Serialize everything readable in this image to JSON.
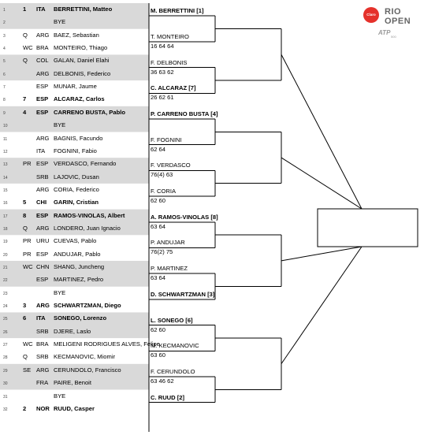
{
  "logo": {
    "badge": "Claro",
    "line1": "RIO",
    "line2": "OPEN",
    "atp": "ATP",
    "level": "500"
  },
  "draw": [
    {
      "line": "1",
      "seed": "1",
      "country": "ITA",
      "name": "BERRETTINI, Matteo",
      "bold": true
    },
    {
      "line": "2",
      "seed": "",
      "country": "",
      "name": "BYE",
      "bold": false
    },
    {
      "line": "3",
      "seed": "Q",
      "country": "ARG",
      "name": "BAEZ, Sebastian",
      "bold": false
    },
    {
      "line": "4",
      "seed": "WC",
      "country": "BRA",
      "name": "MONTEIRO, Thiago",
      "bold": false
    },
    {
      "line": "5",
      "seed": "Q",
      "country": "COL",
      "name": "GALAN, Daniel Elahi",
      "bold": false
    },
    {
      "line": "6",
      "seed": "",
      "country": "ARG",
      "name": "DELBONIS, Federico",
      "bold": false
    },
    {
      "line": "7",
      "seed": "",
      "country": "ESP",
      "name": "MUNAR, Jaume",
      "bold": false
    },
    {
      "line": "8",
      "seed": "7",
      "country": "ESP",
      "name": "ALCARAZ, Carlos",
      "bold": true
    },
    {
      "line": "9",
      "seed": "4",
      "country": "ESP",
      "name": "CARRENO BUSTA, Pablo",
      "bold": true
    },
    {
      "line": "10",
      "seed": "",
      "country": "",
      "name": "BYE",
      "bold": false
    },
    {
      "line": "11",
      "seed": "",
      "country": "ARG",
      "name": "BAGNIS, Facundo",
      "bold": false
    },
    {
      "line": "12",
      "seed": "",
      "country": "ITA",
      "name": "FOGNINI, Fabio",
      "bold": false
    },
    {
      "line": "13",
      "seed": "PR",
      "country": "ESP",
      "name": "VERDASCO, Fernando",
      "bold": false
    },
    {
      "line": "14",
      "seed": "",
      "country": "SRB",
      "name": "LAJOVIC, Dusan",
      "bold": false
    },
    {
      "line": "15",
      "seed": "",
      "country": "ARG",
      "name": "CORIA, Federico",
      "bold": false
    },
    {
      "line": "16",
      "seed": "5",
      "country": "CHI",
      "name": "GARIN, Cristian",
      "bold": true
    },
    {
      "line": "17",
      "seed": "8",
      "country": "ESP",
      "name": "RAMOS-VINOLAS, Albert",
      "bold": true
    },
    {
      "line": "18",
      "seed": "Q",
      "country": "ARG",
      "name": "LONDERO, Juan Ignacio",
      "bold": false
    },
    {
      "line": "19",
      "seed": "PR",
      "country": "URU",
      "name": "CUEVAS, Pablo",
      "bold": false
    },
    {
      "line": "20",
      "seed": "PR",
      "country": "ESP",
      "name": "ANDUJAR, Pablo",
      "bold": false
    },
    {
      "line": "21",
      "seed": "WC",
      "country": "CHN",
      "name": "SHANG, Juncheng",
      "bold": false
    },
    {
      "line": "22",
      "seed": "",
      "country": "ESP",
      "name": "MARTINEZ, Pedro",
      "bold": false
    },
    {
      "line": "23",
      "seed": "",
      "country": "",
      "name": "BYE",
      "bold": false
    },
    {
      "line": "24",
      "seed": "3",
      "country": "ARG",
      "name": "SCHWARTZMAN, Diego",
      "bold": true
    },
    {
      "line": "25",
      "seed": "6",
      "country": "ITA",
      "name": "SONEGO, Lorenzo",
      "bold": true
    },
    {
      "line": "26",
      "seed": "",
      "country": "SRB",
      "name": "DJERE, Laslo",
      "bold": false
    },
    {
      "line": "27",
      "seed": "WC",
      "country": "BRA",
      "name": "MELIGENI RODRIGUES ALVES, Felipe",
      "bold": false
    },
    {
      "line": "28",
      "seed": "Q",
      "country": "SRB",
      "name": "KECMANOVIC, Miomir",
      "bold": false
    },
    {
      "line": "29",
      "seed": "SE",
      "country": "ARG",
      "name": "CERUNDOLO, Francisco",
      "bold": false
    },
    {
      "line": "30",
      "seed": "",
      "country": "FRA",
      "name": "PAIRE, Benoit",
      "bold": false
    },
    {
      "line": "31",
      "seed": "",
      "country": "",
      "name": "BYE",
      "bold": false
    },
    {
      "line": "32",
      "seed": "2",
      "country": "NOR",
      "name": "RUUD, Casper",
      "bold": true
    }
  ],
  "round2": [
    {
      "winner": "M. BERRETTINI [1]",
      "score": "",
      "bold": true
    },
    {
      "winner": "T. MONTEIRO",
      "score": "16 64 64",
      "bold": false
    },
    {
      "winner": "F. DELBONIS",
      "score": "36 63 62",
      "bold": false
    },
    {
      "winner": "C. ALCARAZ [7]",
      "score": "26 62 61",
      "bold": true
    },
    {
      "winner": "P. CARRENO BUSTA [4]",
      "score": "",
      "bold": true
    },
    {
      "winner": "F. FOGNINI",
      "score": "62 64",
      "bold": false
    },
    {
      "winner": "F. VERDASCO",
      "score": "76(4) 63",
      "bold": false
    },
    {
      "winner": "F. CORIA",
      "score": "62 60",
      "bold": false
    },
    {
      "winner": "A. RAMOS-VINOLAS [8]",
      "score": "63 64",
      "bold": true
    },
    {
      "winner": "P. ANDUJAR",
      "score": "76(2) 75",
      "bold": false
    },
    {
      "winner": "P. MARTINEZ",
      "score": "63 64",
      "bold": false
    },
    {
      "winner": "D. SCHWARTZMAN [3]",
      "score": "",
      "bold": true
    },
    {
      "winner": "L. SONEGO [6]",
      "score": "62 60",
      "bold": true
    },
    {
      "winner": "M. KECMANOVIC",
      "score": "63 60",
      "bold": false
    },
    {
      "winner": "F. CERUNDOLO",
      "score": "63 46 62",
      "bold": false
    },
    {
      "winner": "C. RUUD [2]",
      "score": "",
      "bold": true
    }
  ]
}
